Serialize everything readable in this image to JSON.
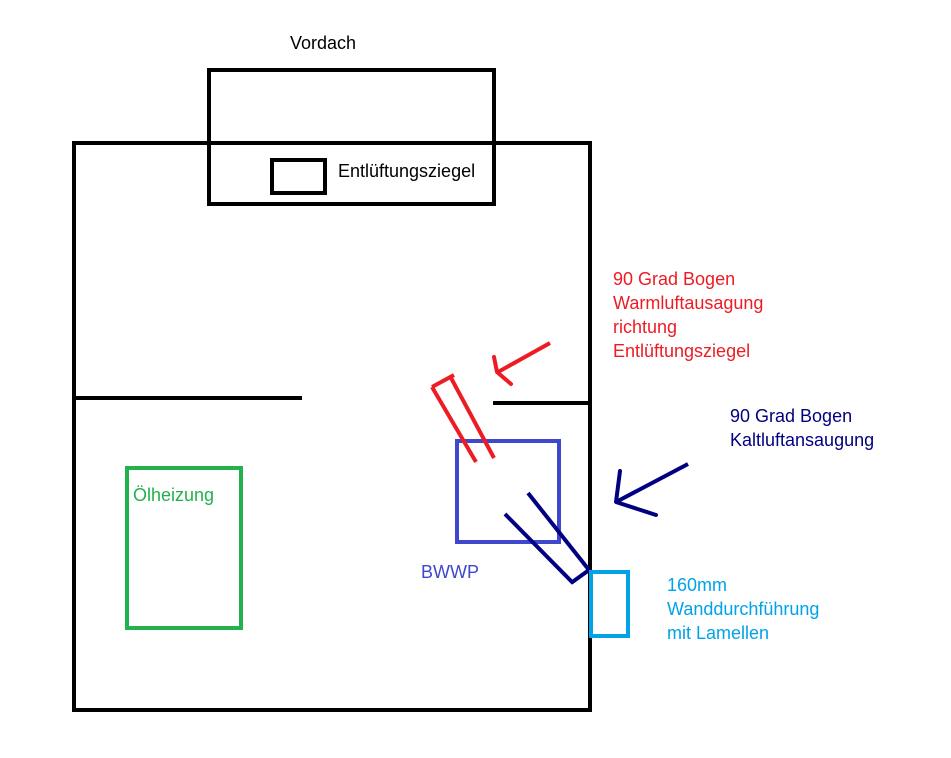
{
  "labels": {
    "vordach": "Vordach",
    "entlueftungsziegel": "Entlüftungsziegel",
    "warm_line1": "90 Grad Bogen",
    "warm_line2": "Warmluftausagung",
    "warm_line3": "richtung",
    "warm_line4": "Entlüftungsziegel",
    "cold_line1": "90 Grad Bogen",
    "cold_line2": "Kaltluftansaugung",
    "oelheizung": "Ölheizung",
    "bwwp": "BWWP",
    "wall_line1": "160mm",
    "wall_line2": "Wanddurchführung",
    "wall_line3": "mit Lamellen"
  },
  "colors": {
    "outline": "#000000",
    "warm": "#ed1c24",
    "cold": "#000080",
    "heater": "#22b14c",
    "bwwp": "#3f48cc",
    "wall_duct": "#00a2e8"
  }
}
